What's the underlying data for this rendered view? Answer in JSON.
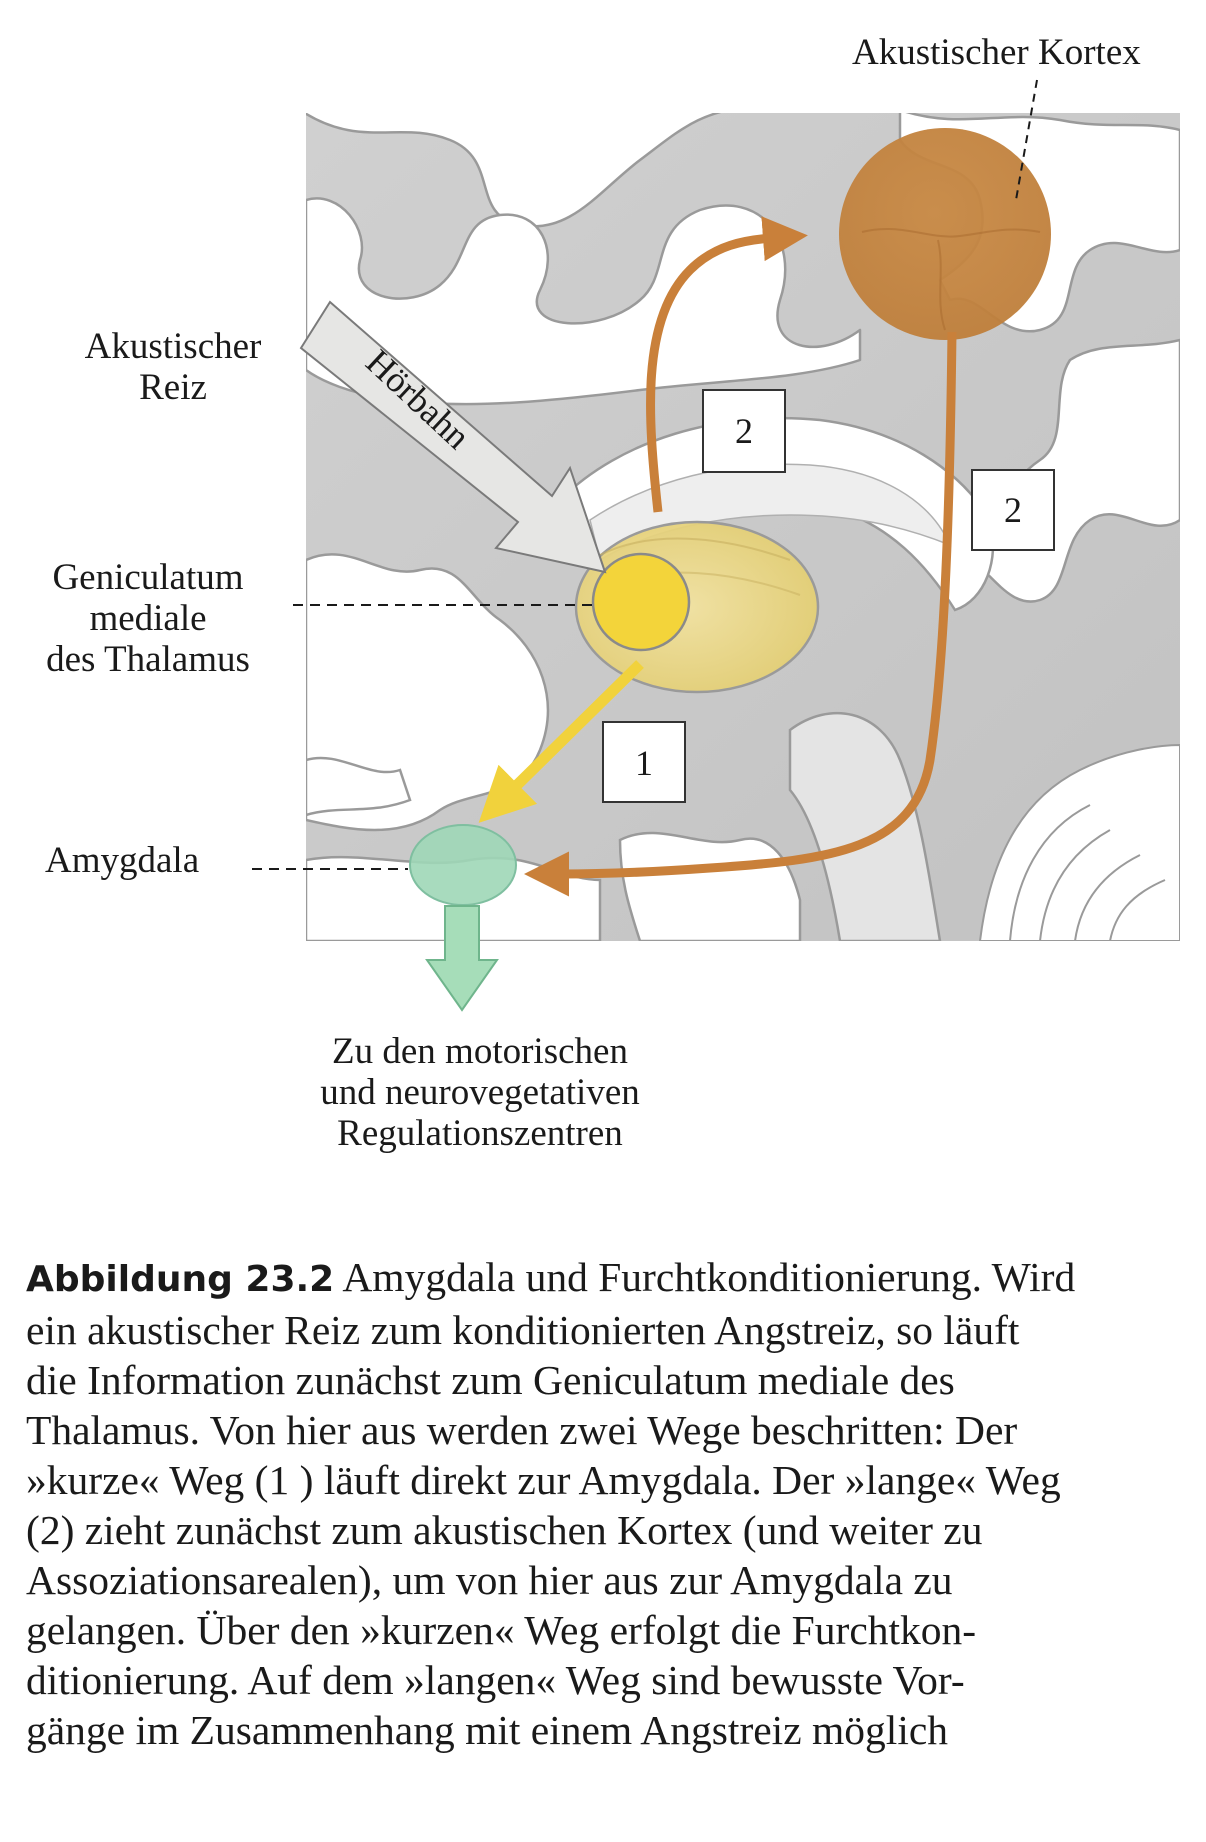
{
  "labels": {
    "acoustic_cortex": "Akustischer Kortex",
    "acoustic_stimulus": [
      "Akustischer",
      "Reiz"
    ],
    "auditory_pathway": "Hörbahn",
    "geniculatum": [
      "Geniculatum",
      "mediale",
      "des Thalamus"
    ],
    "amygdala": "Amygdala",
    "output": [
      "Zu den motorischen",
      "und neurovegetativen",
      "Regulationszentren"
    ]
  },
  "path_numbers": {
    "short_path": "1",
    "long_path_up": "2",
    "long_path_down": "2"
  },
  "colors": {
    "cortex": "#c98a45",
    "long_path": "#c9803a",
    "thalamus": "#ecd880",
    "geniculatum": "#f3d43a",
    "short_path": "#f1d23c",
    "amygdala": "#9fd7b7",
    "output_arrow": "#a6ddb9",
    "auditory_arrow": "#e6e6e4"
  },
  "caption": {
    "number": "Abbildung 23.2",
    "lines": [
      " Amygdala und Furchtkonditionierung. Wird",
      "ein akustischer Reiz zum konditionierten Angstreiz, so läuft",
      "die Information zunächst zum Geniculatum mediale des",
      "Thalamus. Von hier aus werden zwei Wege beschritten: Der",
      "»kurze« Weg (1 ) läuft direkt zur Amygdala. Der »lange« Weg",
      "(2) zieht zunächst zum akustischen Kortex (und weiter zu",
      "Assoziationsarealen), um von hier aus zur Amygdala zu",
      "gelangen. Über den »kurzen« Weg erfolgt die Furchtkon-",
      "ditionierung. Auf dem »langen« Weg sind bewusste Vor-",
      "gänge im Zusammenhang mit einem Angstreiz möglich"
    ]
  }
}
